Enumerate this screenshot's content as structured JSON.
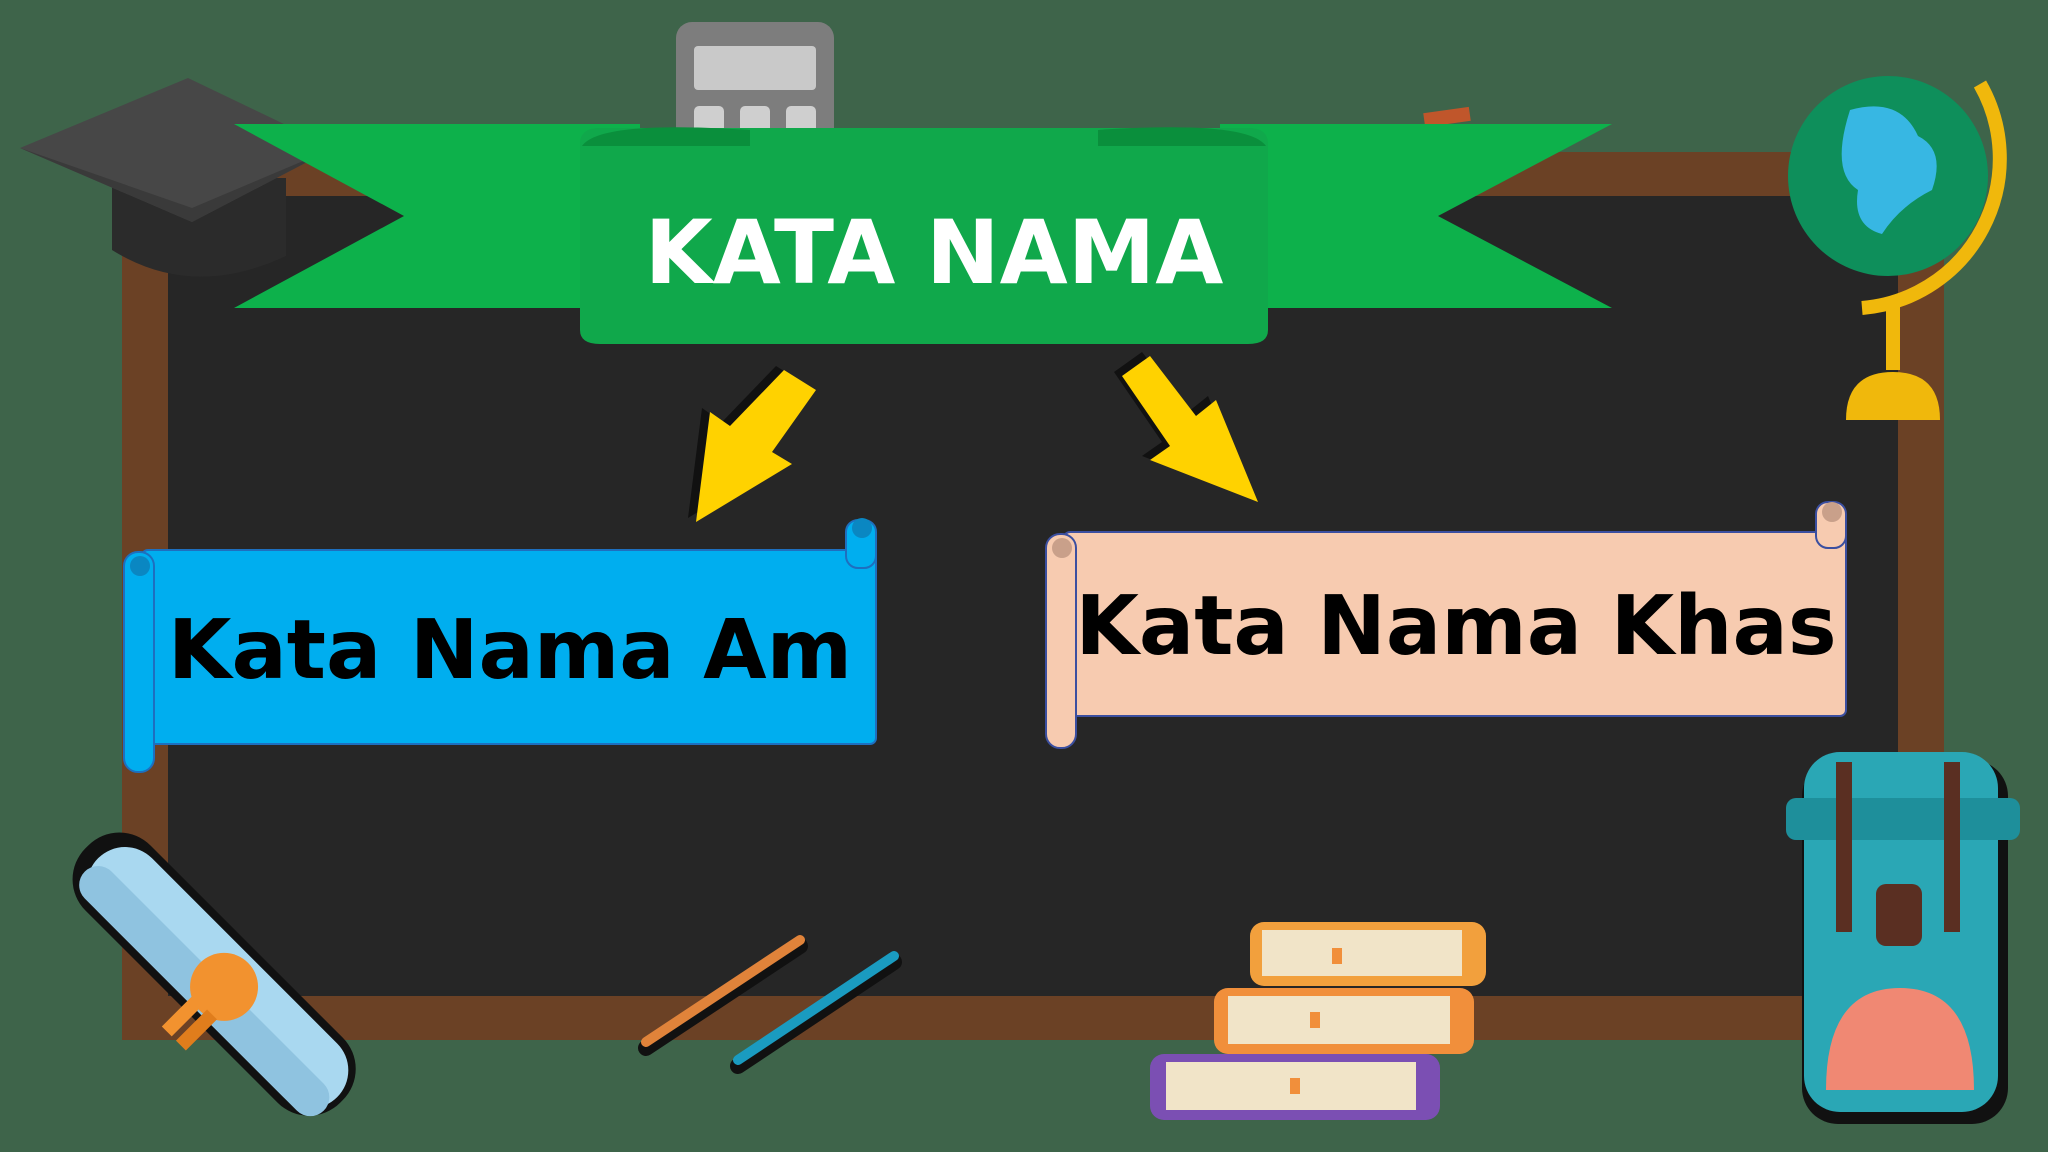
{
  "diagram": {
    "title": "KATA NAMA",
    "branches": [
      {
        "label": "Kata Nama Am"
      },
      {
        "label": "Kata Nama Khas"
      }
    ]
  },
  "colors": {
    "background": "#3e644a",
    "board": "#262626",
    "board_frame": "#6b4125",
    "title_ribbon": "#0db14b",
    "title_text": "#ffffff",
    "left_banner": "#00aeef",
    "right_banner": "#f7cbb0",
    "arrow": "#ffd200",
    "label_text": "#000000"
  },
  "icons": [
    "graduation-cap-icon",
    "calculator-icon",
    "globe-icon",
    "diploma-scroll-icon",
    "pencil-icon",
    "pen-icon",
    "books-stack-icon",
    "backpack-icon"
  ]
}
